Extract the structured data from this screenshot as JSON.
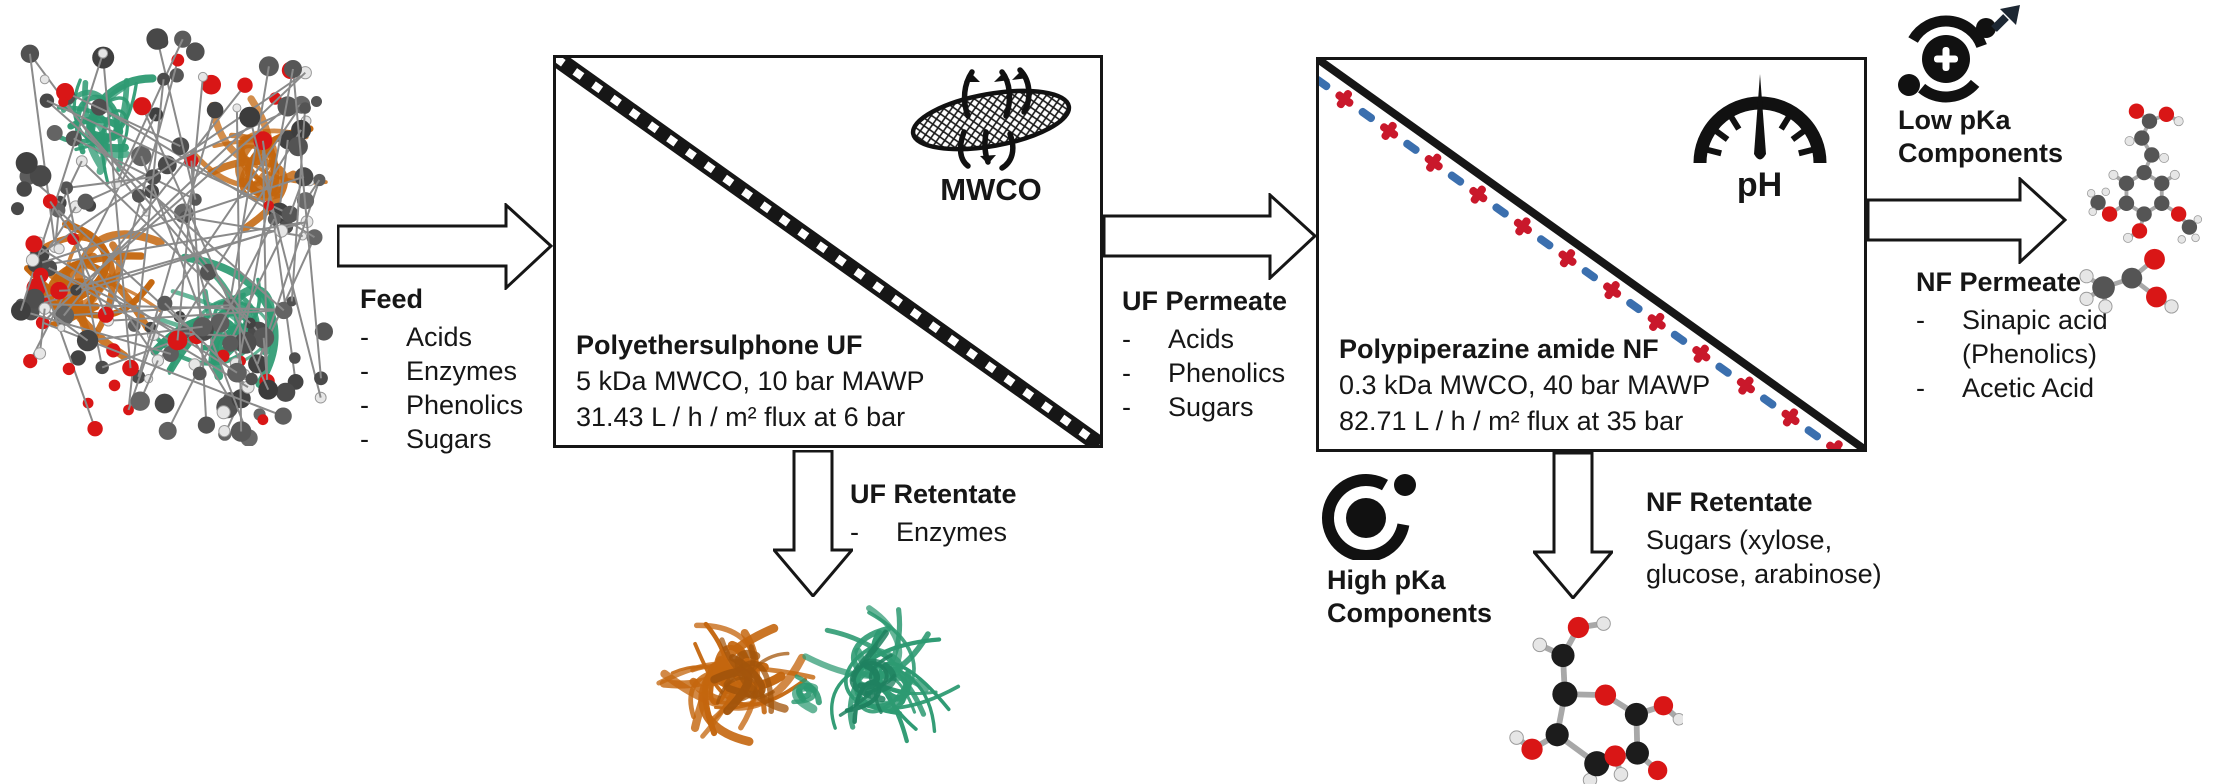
{
  "feed": {
    "title": "Feed",
    "items": [
      {
        "b": "-",
        "t": "Acids"
      },
      {
        "b": "-",
        "t": "Enzymes"
      },
      {
        "b": "-",
        "t": "Phenolics"
      },
      {
        "b": "-",
        "t": "Sugars"
      }
    ]
  },
  "uf_box": {
    "name": "Polyethersulphone UF",
    "spec": "5 kDa MWCO, 10 bar MAWP",
    "flux": "31.43 L / h / m²  flux at 6 bar",
    "icon_label": "MWCO"
  },
  "uf_permeate": {
    "title": "UF Permeate",
    "items": [
      {
        "b": "-",
        "t": "Acids"
      },
      {
        "b": "-",
        "t": "Phenolics"
      },
      {
        "b": "-",
        "t": "Sugars"
      }
    ]
  },
  "uf_retentate": {
    "title": "UF Retentate",
    "items": [
      {
        "b": "-",
        "t": "Enzymes"
      }
    ]
  },
  "nf_box": {
    "name": "Polypiperazine amide NF",
    "spec": "0.3 kDa MWCO, 40 bar MAWP",
    "flux": "82.71 L / h / m²  flux at 35 bar",
    "icon_label": "pH"
  },
  "nf_permeate": {
    "title": "NF Permeate",
    "items": [
      {
        "b": "-",
        "t": "Sinapic acid"
      },
      {
        "b": "",
        "t": "(Phenolics)"
      },
      {
        "b": "-",
        "t": "Acetic Acid"
      }
    ]
  },
  "nf_retentate": {
    "title": "NF Retentate",
    "lines": [
      "Sugars (xylose,",
      "glucose, arabinose)"
    ]
  },
  "low_pka": {
    "line1": "Low pKa",
    "line2": "Components"
  },
  "high_pka": {
    "line1": "High pKa",
    "line2": "Components"
  },
  "icons": {
    "mwco": "membrane-crossflow-icon",
    "ph": "ph-gauge-icon",
    "low_pka": "ion-escape-icon",
    "high_pka": "ion-retained-icon"
  },
  "colors": {
    "line_black": "#161616",
    "positive_mark": "#c9182b",
    "negative_mark": "#3b6fae",
    "ribbon_green": "#2d9a72",
    "ribbon_orange": "#c4660e",
    "atom_red": "#d91616",
    "atom_gray": "#4c4c4c",
    "atom_black": "#1c1c1c",
    "atom_white": "#e6e6e6"
  }
}
